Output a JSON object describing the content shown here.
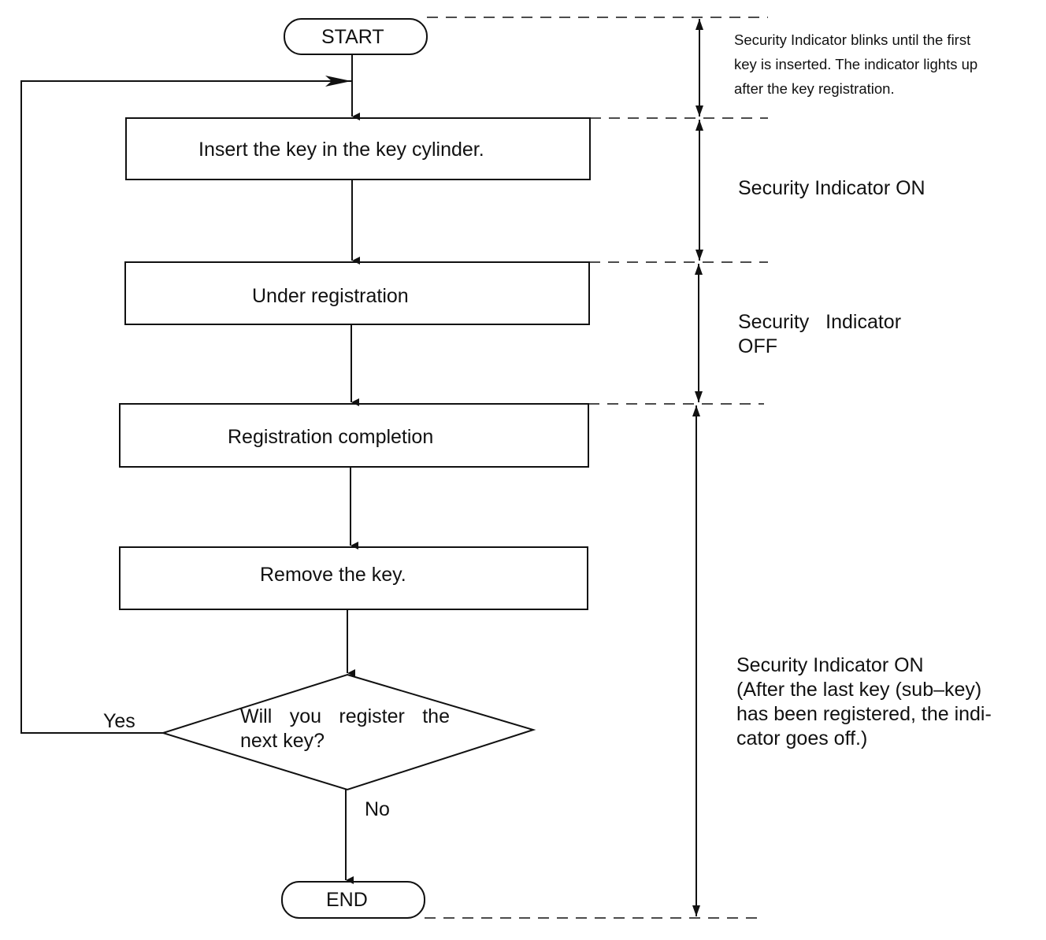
{
  "flowchart": {
    "start": "START",
    "end": "END",
    "steps": [
      "Insert the key in the key cylinder.",
      "Under registration",
      "Registration completion",
      "Remove the key."
    ],
    "decision": {
      "line1": "Will you register the",
      "line2": "next key?",
      "yes": "Yes",
      "no": "No"
    }
  },
  "notes": {
    "blink": {
      "line1": "Security Indicator blinks until the first",
      "line2": "key is inserted. The indicator lights up",
      "line3": "after the key registration."
    },
    "on_1": "Security Indicator ON",
    "off": {
      "line1": "Security   Indicator",
      "line2": "OFF"
    },
    "on_2": {
      "line1": "Security Indicator ON",
      "line2": "(After the last key (sub–key)",
      "line3": "has been registered, the indi-",
      "line4": "cator goes off.)"
    }
  }
}
